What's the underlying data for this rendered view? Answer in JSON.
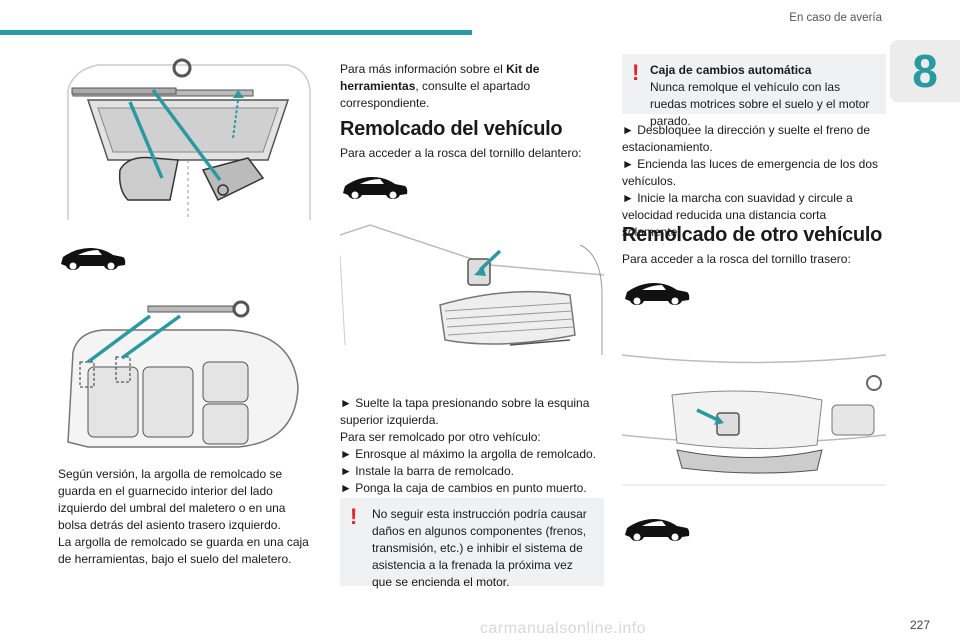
{
  "header": {
    "section_title": "En caso de avería",
    "chapter_number": "8",
    "page_number": "227"
  },
  "left_column": {
    "caption_1": "Según versión, la argolla de remolcado se guarda en el guarnecido interior del lado izquierdo del umbral del maletero o en una bolsa detrás del asiento trasero izquierdo.",
    "caption_2": "La argolla de remolcado se guarda en una caja de herramientas, bajo el suelo del maletero."
  },
  "middle_column": {
    "intro_text": "Para más información sobre el ",
    "intro_bold": "Kit de herramientas",
    "intro_tail": ", consulte el apartado correspondiente.",
    "heading": "Remolcado del vehículo",
    "access_front": "Para acceder a la rosca del tornillo delantero:",
    "step_release": "► Suelte la tapa presionando sobre la esquina superior izquierda.",
    "towed_intro": "Para ser remolcado por otro vehículo:",
    "step_screw": "► Enrosque al máximo la argolla de remolcado.",
    "step_bar": "► Instale la barra de remolcado.",
    "step_neutral": "► Ponga la caja de cambios en punto muerto.",
    "warning": "No seguir esta instrucción podría causar daños en algunos componentes (frenos, transmisión, etc.) e inhibir el sistema de asistencia a la frenada la próxima vez que se encienda el motor."
  },
  "right_column": {
    "warning_title": "Caja de cambios automática",
    "warning_body": "Nunca remolque el vehículo con las ruedas motrices sobre el suelo y el motor parado.",
    "step_unlock": "► Desbloquee la dirección y suelte el freno de estacionamiento.",
    "step_hazard": "► Encienda las luces de emergencia de los dos vehículos.",
    "step_start": "► Inicie la marcha con suavidad y circule a velocidad reducida una distancia corta solamente.",
    "heading": "Remolcado de otro vehículo",
    "access_rear": "Para acceder a la rosca del tornillo trasero:"
  },
  "footer": {
    "watermark": "carmanualsonline.info"
  },
  "colors": {
    "accent": "#2a9aa2",
    "warning": "#e3232c",
    "box_bg": "#f0f1f3"
  }
}
